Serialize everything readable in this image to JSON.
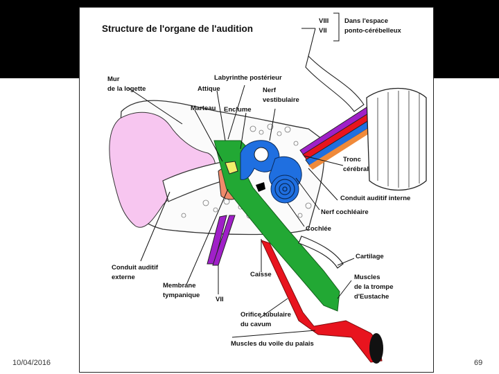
{
  "slide": {
    "date": "10/04/2016",
    "page_number": "69"
  },
  "figure": {
    "title": "Structure de l'organe de l'audition",
    "labels": {
      "viii": "VIII",
      "vii_top": "VII",
      "espace_line1": "Dans l'espace",
      "espace_line2": "ponto-cérébelleux",
      "mur_line1": "Mur",
      "mur_line2": "de la logette",
      "labyrinthe": "Labyrinthe postérieur",
      "attique": "Attique",
      "nerf_vest_line1": "Nerf",
      "nerf_vest_line2": "vestibulaire",
      "marteau": "Marteau",
      "enclume": "Enclume",
      "tronc_line1": "Tronc",
      "tronc_line2": "cérébral",
      "conduit_interne": "Conduit auditif interne",
      "nerf_cochleaire": "Nerf cochléaire",
      "cochlee": "Cochlée",
      "cartilage": "Cartilage",
      "muscles_trompe_line1": "Muscles",
      "muscles_trompe_line2": "de la trompe",
      "muscles_trompe_line3": "d'Eustache",
      "conduit_externe_line1": "Conduit auditif",
      "conduit_externe_line2": "externe",
      "membrane_line1": "Membrane",
      "membrane_line2": "tympanique",
      "vii_bottom": "VII",
      "caisse": "Caisse",
      "orifice_line1": "Orifice tubulaire",
      "orifice_line2": "du cavum",
      "muscles_voile": "Muscles du voile du palais"
    }
  },
  "colors": {
    "pinna": "#f7c6f0",
    "green": "#22a834",
    "blue": "#1f6fe0",
    "red": "#e8141e",
    "purple": "#a020c8",
    "yellow": "#f2ee6a",
    "salmon": "#f08a6a",
    "black_band": "#000000"
  }
}
